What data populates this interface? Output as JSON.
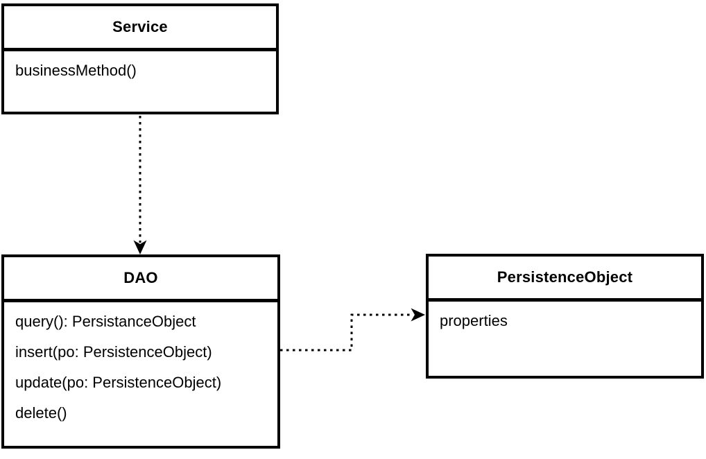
{
  "diagram": {
    "type": "uml-class-diagram",
    "colors": {
      "background": "#ffffff",
      "line": "#000000",
      "text": "#000000"
    },
    "classes": [
      {
        "name": "Service",
        "members": [
          "businessMethod()"
        ]
      },
      {
        "name": "DAO",
        "members": [
          "query(): PersistanceObject",
          "insert(po: PersistenceObject)",
          "update(po: PersistenceObject)",
          "delete()"
        ]
      },
      {
        "name": "PersistenceObject",
        "members": [
          "properties"
        ]
      }
    ],
    "connectors": [
      {
        "from": "Service",
        "to": "DAO",
        "line": "dotted",
        "arrow": "filled-v"
      },
      {
        "from": "DAO",
        "to": "PersistenceObject",
        "line": "dotted",
        "arrow": "filled-v"
      }
    ]
  }
}
